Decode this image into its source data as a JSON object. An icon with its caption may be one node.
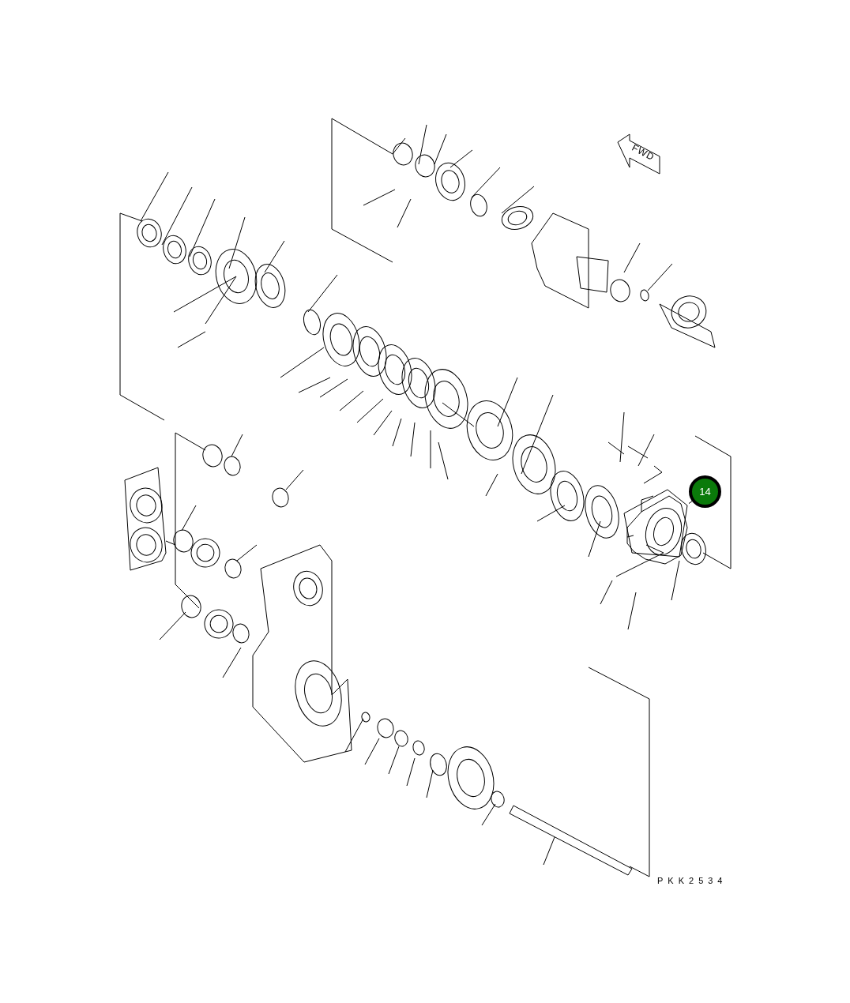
{
  "diagram": {
    "nodes": [
      {
        "text": [
          "14"
        ]
      },
      {
        "text": [],
        "shape": "picture"
      }
    ],
    "edges": [
      {
        "from": 0,
        "to": 1,
        "arrow": "none"
      }
    ],
    "labels": [
      "FWD",
      "PKK2534"
    ]
  }
}
